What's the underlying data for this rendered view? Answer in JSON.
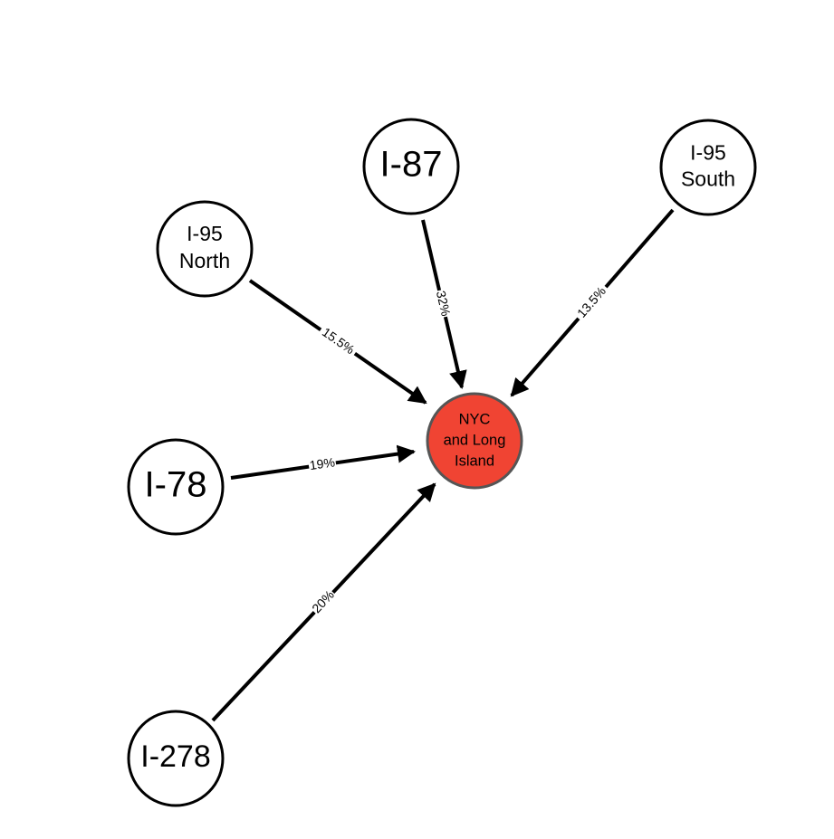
{
  "colors": {
    "target_fill": "#f04433",
    "node_fill": "#ffffff",
    "stroke": "#000000"
  },
  "target": {
    "id": "nyc",
    "lines": [
      "NYC",
      "and Long",
      "Island"
    ]
  },
  "sources": [
    {
      "id": "i87",
      "lines": [
        "I-87"
      ]
    },
    {
      "id": "i95south",
      "lines": [
        "I-95",
        "South"
      ]
    },
    {
      "id": "i95north",
      "lines": [
        "I-95",
        "North"
      ]
    },
    {
      "id": "i78",
      "lines": [
        "I-78"
      ]
    },
    {
      "id": "i278",
      "lines": [
        "I-278"
      ]
    }
  ],
  "edges": [
    {
      "from": "i87",
      "to": "nyc",
      "label": "32%"
    },
    {
      "from": "i95south",
      "to": "nyc",
      "label": "13.5%"
    },
    {
      "from": "i95north",
      "to": "nyc",
      "label": "15.5%"
    },
    {
      "from": "i78",
      "to": "nyc",
      "label": "19%"
    },
    {
      "from": "i278",
      "to": "nyc",
      "label": "20%"
    }
  ]
}
